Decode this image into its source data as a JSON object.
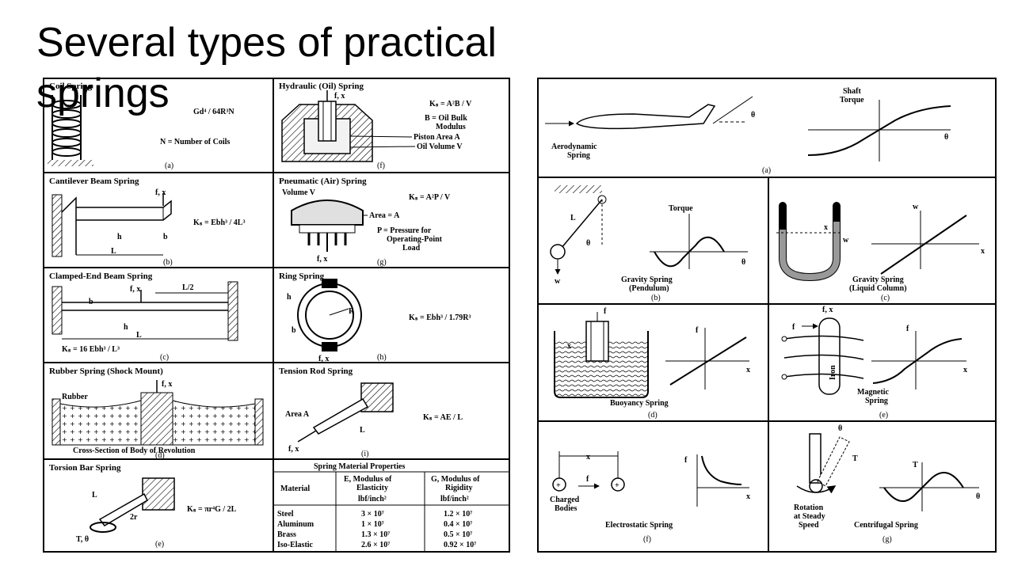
{
  "slide": {
    "title": "Several types of practical springs"
  },
  "left": {
    "coil": {
      "title": "Coil Spring",
      "formula": "Gd⁴ / 64R³N",
      "note": "N = Number of Coils",
      "cap": "(a)"
    },
    "hydraulic": {
      "title": "Hydraulic (Oil) Spring",
      "fx": "f, x",
      "formula": "Kₛ = A²B / V",
      "l1": "B = Oil Bulk",
      "l2": "Modulus",
      "l3": "Piston Area A",
      "l4": "Oil Volume V",
      "cap": "(f)"
    },
    "cantilever": {
      "title": "Cantilever Beam Spring",
      "fx": "f, x",
      "formula": "Kₛ = Ebh³ / 4L³",
      "h": "h",
      "b": "b",
      "L": "L",
      "cap": "(b)"
    },
    "pneumatic": {
      "title": "Pneumatic (Air) Spring",
      "vol": "Volume V",
      "formula": "Kₛ = A²P / V",
      "area": "Area = A",
      "p1": "P = Pressure for",
      "p2": "Operating-Point",
      "p3": "Load",
      "fx": "f, x",
      "cap": "(g)"
    },
    "clamped": {
      "title": "Clamped-End Beam Spring",
      "fx": "f, x",
      "half": "L/2",
      "b": "b",
      "h": "h",
      "L": "L",
      "formula": "Kₛ = 16 Ebh³ / L³",
      "cap": "(c)"
    },
    "ring": {
      "title": "Ring Spring",
      "h": "h",
      "b": "b",
      "R": "R",
      "formula": "Kₛ = Ebh³ / 1.79R³",
      "fx": "f, x",
      "cap": "(h)"
    },
    "rubber": {
      "title": "Rubber Spring (Shock Mount)",
      "fx": "f, x",
      "rubber": "Rubber",
      "sect": "Cross-Section of Body of Revolution",
      "cap": "(d)"
    },
    "tension": {
      "title": "Tension Rod Spring",
      "area": "Area A",
      "formula": "Kₛ = AE / L",
      "L": "L",
      "fx": "f, x",
      "cap": "(i)"
    },
    "torsion": {
      "title": "Torsion Bar Spring",
      "L": "L",
      "r": "2r",
      "t": "T, θ",
      "formula": "Kₛ = πr⁴G / 2L",
      "cap": "(e)"
    },
    "table": {
      "title": "Spring Material Properties",
      "h_material": "Material",
      "h_e1": "E, Modulus of",
      "h_e2": "Elasticity",
      "h_e3": "lbf/inch²",
      "h_g1": "G, Modulus of",
      "h_g2": "Rigidity",
      "h_g3": "lbf/inch²",
      "rows": [
        {
          "m": "Steel",
          "e": "3 × 10⁷",
          "g": "1.2 × 10⁷"
        },
        {
          "m": "Aluminum",
          "e": "1 × 10⁷",
          "g": "0.4 × 10⁷"
        },
        {
          "m": "Brass",
          "e": "1.3 × 10⁷",
          "g": "0.5 × 10⁷"
        },
        {
          "m": "Iso-Elastic",
          "e": "2.6 × 10⁷",
          "g": "0.92 × 10⁷"
        }
      ]
    }
  },
  "right": {
    "aero": {
      "label1": "Aerodynamic",
      "label2": "Spring",
      "shaft1": "Shaft",
      "shaft2": "Torque",
      "theta": "θ",
      "cap": "(a)"
    },
    "pendulum": {
      "L": "L",
      "theta": "θ",
      "w": "w",
      "yl": "Torque",
      "xl": "θ",
      "c1": "Gravity Spring",
      "c2": "(Pendulum)",
      "cap": "(b)"
    },
    "liquid": {
      "x": "x",
      "w": "w",
      "yl": "w",
      "xl": "x",
      "c1": "Gravity Spring",
      "c2": "(Liquid Column)",
      "cap": "(c)"
    },
    "buoyancy": {
      "f": "f",
      "x": "x",
      "yl": "f",
      "xl": "x",
      "c1": "Buoyancy Spring",
      "cap": "(d)"
    },
    "magnetic": {
      "fx": "f, x",
      "f": "f",
      "iron": "Iron",
      "yl": "f",
      "xl": "x",
      "c1": "Magnetic",
      "c2": "Spring",
      "cap": "(e)"
    },
    "electro": {
      "x": "x",
      "f": "f",
      "plus": "+",
      "b1": "Charged",
      "b2": "Bodies",
      "yl": "f",
      "xl": "x",
      "c1": "Electrostatic Spring",
      "cap": "(f)"
    },
    "centri": {
      "theta": "θ",
      "T": "T",
      "r1": "Rotation",
      "r2": "at Steady",
      "r3": "Speed",
      "yl": "T",
      "xl": "θ",
      "c1": "Centrifugal Spring",
      "cap": "(g)"
    }
  }
}
